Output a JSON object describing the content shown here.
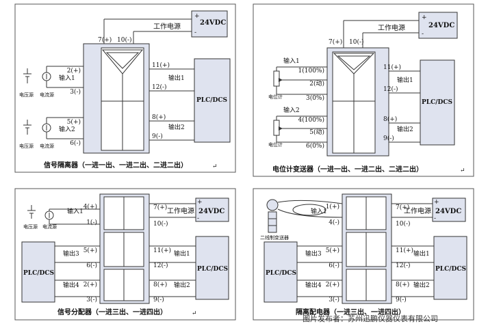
{
  "colors": {
    "module_fill": "#dfe3ef",
    "box_fill": "#dfe3ef",
    "wire": "#333333",
    "frame": "#555555",
    "inner_fill": "#ffffff"
  },
  "common": {
    "power_label": "工作电源",
    "supply": "24VDC",
    "plus": "+",
    "minus": "-",
    "plc": "PLC/DCS",
    "pin7": "7(+)",
    "pin10": "10(-)",
    "return_mark": "↵"
  },
  "panel1": {
    "caption": "信号隔离器（一进一出、一进二出、二进二出）",
    "voltage_source": "电压源",
    "current_source": "电流源",
    "in1": "输入1",
    "in2": "输入2",
    "out1": "输出1",
    "out2": "输出2",
    "pins": {
      "p2": "2(+)",
      "p3": "3(-)",
      "p5": "5(+)",
      "p6": "6(-)",
      "p11": "11(+)",
      "p12": "12(-)",
      "p8": "8(+)",
      "p9": "9(-)"
    }
  },
  "panel2": {
    "caption": "电位计变送器（一进一出、一进二出、二进二出）",
    "in1": "输入1",
    "in2": "输入2",
    "out1": "输出1",
    "out2": "输出2",
    "pot": "电位计",
    "pins": {
      "p1": "1(100%)",
      "p2": "2(动)",
      "p3": "3(0%)",
      "p4": "4(100%)",
      "p5": "5(动)",
      "p6": "6(0%)",
      "p11": "11(+)",
      "p12": "12(-)",
      "p8": "8(+)",
      "p9": "9(-)"
    }
  },
  "panel3": {
    "caption": "信号分配器（一进三出、一进四出）",
    "voltage_source": "电压源",
    "current_source": "电流源",
    "in1": "输入1",
    "out1": "输出1",
    "out2": "输出2",
    "out3": "输出3",
    "out4": "输出4",
    "pins": {
      "p4": "4(+)",
      "p1": "1(-)",
      "p5": "5(+)",
      "p6": "6(-)",
      "p2": "2(+)",
      "p3": "3(-)",
      "p11": "11(+)",
      "p12": "12(-)",
      "p8": "8(+)",
      "p9": "9(-)"
    }
  },
  "panel4": {
    "caption": "隔离配电器（一进三出、一进四出）",
    "transmitter": "二线制变送器",
    "in1": "输入1",
    "out1": "输出1",
    "out2": "输出2",
    "out3": "输出3",
    "out4": "输出4",
    "pins": {
      "p1": "1(+)",
      "p4": "4(-)",
      "p5": "5(+)",
      "p6": "6(-)",
      "p2": "2(+)",
      "p3": "3(-)",
      "p11": "11(+)",
      "p12": "12(-)",
      "p8": "8(+)",
      "p9": "9(-)"
    }
  },
  "watermark": "图片发布者：苏州迅鹏仪器仪表有限公司"
}
